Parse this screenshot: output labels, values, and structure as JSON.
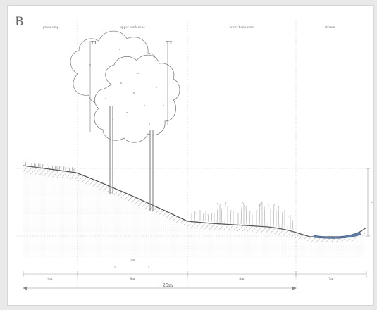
{
  "panel_label": "B",
  "zones": [
    {
      "name": "grass strip",
      "width": "4m"
    },
    {
      "name": "upper bank zone",
      "width": "8m"
    },
    {
      "name": "lower bank zone",
      "width": "8m"
    },
    {
      "name": "stream",
      "width": "7m"
    }
  ],
  "tree_labels": [
    "T1",
    "T2"
  ],
  "annotation_small": "7m",
  "total_width": "20m",
  "height_label": "5"
}
